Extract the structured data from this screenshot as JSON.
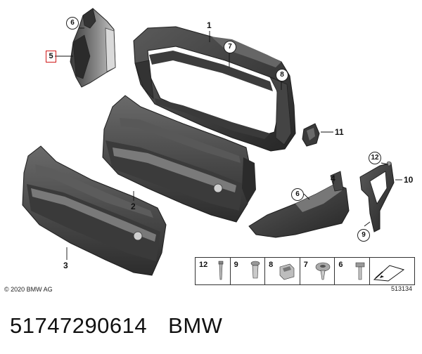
{
  "callouts": {
    "p1": "1",
    "p2": "2",
    "p3": "3",
    "p4": "4",
    "p5": "5",
    "p6a": "6",
    "p6b": "6",
    "p7": "7",
    "p8": "8",
    "p9": "9",
    "p10": "10",
    "p11": "11",
    "p12": "12"
  },
  "legend": {
    "c12": "12",
    "c9": "9",
    "c8": "8",
    "c7": "7",
    "c6": "6"
  },
  "copyright": "© 2020 BMW AG",
  "diagram_number": "513134",
  "caption": {
    "part_number": "51747290614",
    "brand": "BMW"
  },
  "colors": {
    "part_dark": "#2e2e2e",
    "part_mid": "#4a4a4a",
    "part_light": "#6a6a6a",
    "highlight_box": "#d01818"
  }
}
